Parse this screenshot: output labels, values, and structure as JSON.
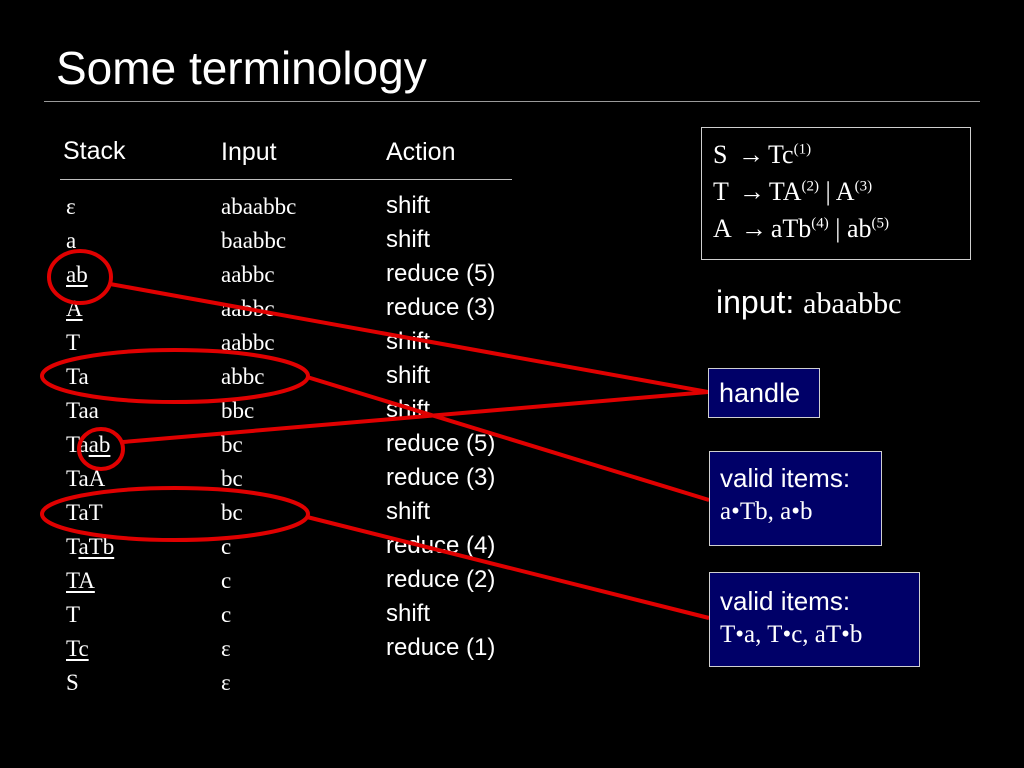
{
  "slide": {
    "title": "Some terminology"
  },
  "table": {
    "headers": {
      "stack": "Stack",
      "input": "Input",
      "action": "Action"
    },
    "rows": [
      {
        "stack_plain": "ε",
        "stack_under": "",
        "input": "abaabbc",
        "action": "shift"
      },
      {
        "stack_plain": "a",
        "stack_under": "",
        "input": "baabbc",
        "action": "shift"
      },
      {
        "stack_plain": "",
        "stack_under": "ab",
        "input": "aabbc",
        "action": "reduce (5)"
      },
      {
        "stack_plain": "",
        "stack_under": "A",
        "input": "aabbc",
        "action": "reduce (3)"
      },
      {
        "stack_plain": "T",
        "stack_under": "",
        "input": "aabbc",
        "action": "shift"
      },
      {
        "stack_plain": "Ta",
        "stack_under": "",
        "input": "abbc",
        "action": "shift"
      },
      {
        "stack_plain": "Taa",
        "stack_under": "",
        "input": "bbc",
        "action": "shift"
      },
      {
        "stack_plain": "Ta",
        "stack_under": "ab",
        "input": "bc",
        "action": "reduce (5)"
      },
      {
        "stack_plain": "TaA",
        "stack_under": "",
        "input": "bc",
        "action": "reduce (3)"
      },
      {
        "stack_plain": "TaT",
        "stack_under": "",
        "input": "bc",
        "action": "shift"
      },
      {
        "stack_plain": "T",
        "stack_under": "aTb",
        "input": "c",
        "action": "reduce (4)"
      },
      {
        "stack_plain": "",
        "stack_under": "TA",
        "input": "c",
        "action": "reduce (2)"
      },
      {
        "stack_plain": "T",
        "stack_under": "",
        "input": "c",
        "action": "shift"
      },
      {
        "stack_plain": "",
        "stack_under": "Tc",
        "input": "ε",
        "action": "reduce (1)"
      },
      {
        "stack_plain": "S",
        "stack_under": "",
        "input": "ε",
        "action": ""
      }
    ]
  },
  "grammar": {
    "rules": [
      {
        "lhs": "S",
        "arrow": "→",
        "alts": [
          {
            "body": "Tc",
            "num": "(1)"
          }
        ]
      },
      {
        "lhs": "T",
        "arrow": "→",
        "alts": [
          {
            "body": "TA",
            "num": "(2)"
          },
          {
            "body": "A",
            "num": "(3)"
          }
        ]
      },
      {
        "lhs": "A",
        "arrow": "→",
        "alts": [
          {
            "body": "aTb",
            "num": "(4)"
          },
          {
            "body": "ab",
            "num": "(5)"
          }
        ]
      }
    ],
    "separator": "|"
  },
  "input_line": {
    "label": "input:",
    "value": "abaabbc"
  },
  "callouts": {
    "handle": "handle",
    "valid1": {
      "label": "valid items:",
      "items": "a•Tb, a•b"
    },
    "valid2": {
      "label": "valid items:",
      "items": "T•a, T•c, aT•b"
    }
  },
  "colors": {
    "annotation": "#e00000",
    "callout_bg": "#000068",
    "background": "#000000"
  }
}
